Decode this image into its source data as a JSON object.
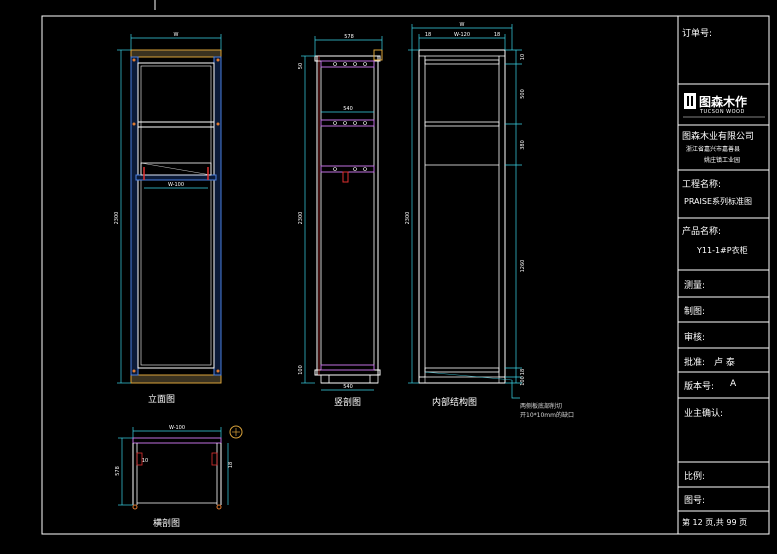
{
  "title_block": {
    "order_no_label": "订单号:",
    "logo_cn": "图森木作",
    "logo_en": "TUCSON WOOD",
    "company_name": "图森木业有限公司",
    "company_addr_1": "浙江省嘉兴市嘉善县",
    "company_addr_2": "姚庄镇工业园",
    "project_label": "工程名称:",
    "project_value": "PRAISE系列标准图",
    "product_label": "产品名称:",
    "product_value": "Y11-1#P衣柜",
    "survey_label": "测量:",
    "drawing_label": "制图:",
    "review_label": "审核:",
    "approve_label": "批准:",
    "approve_value": "卢  泰",
    "version_label": "版本号:",
    "version_value": "A",
    "owner_label": "业主确认:",
    "scale_label": "比例:",
    "drawing_no_label": "图号:",
    "page_info": "第 12 页,共 99 页"
  },
  "views": {
    "front": "立面图",
    "section": "竖剖图",
    "internal": "内部结构图",
    "cross": "横剖图"
  },
  "note": {
    "line1": "两侧板底部削切",
    "line2": "开10*10mm的缺口"
  },
  "dims": {
    "front_width": "W",
    "front_height": "2300",
    "front_rail": "W-100",
    "sec_depth": "578",
    "sec_shelf": "540",
    "sec_height": "2300",
    "sec_top": "50",
    "sec_bottom": "100",
    "sec_bot_depth": "540",
    "int_width": "W",
    "int_inner": "W-120",
    "int_left": "18",
    "int_right": "18",
    "int_height": "2300",
    "int_seg1": "10",
    "int_seg2": "500",
    "int_seg3": "1260",
    "int_seg4": "18",
    "int_seg5": "100",
    "int_seg6": "380",
    "cross_width": "W-100",
    "cross_depth": "578",
    "cross_side": "18",
    "cross_inner": "10"
  }
}
